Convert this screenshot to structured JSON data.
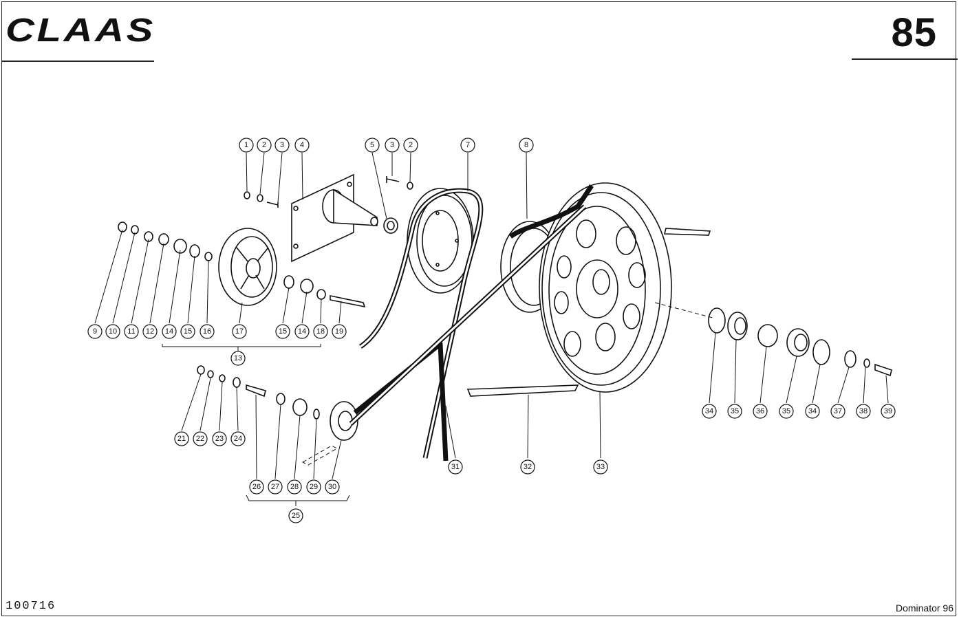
{
  "header": {
    "brand": "CLAAS",
    "page_number": "85"
  },
  "footer": {
    "doc_code": "100716",
    "model": "Dominator 96"
  },
  "callouts": {
    "c1": "1",
    "c2": "2",
    "c3": "3",
    "c4": "4",
    "c5": "5",
    "c3b": "3",
    "c2b": "2",
    "c7": "7",
    "c8": "8",
    "c9": "9",
    "c10": "10",
    "c11": "11",
    "c12": "12",
    "c14": "14",
    "c15": "15",
    "c16": "16",
    "c17": "17",
    "c15b": "15",
    "c14b": "14",
    "c18": "18",
    "c19": "19",
    "c13": "13",
    "c21": "21",
    "c22": "22",
    "c23": "23",
    "c24": "24",
    "c26": "26",
    "c27": "27",
    "c28": "28",
    "c29": "29",
    "c30": "30",
    "c25": "25",
    "c31": "31",
    "c32": "32",
    "c33": "33",
    "c34": "34",
    "c35": "35",
    "c36": "36",
    "c35b": "35",
    "c34b": "34",
    "c37": "37",
    "c38": "38",
    "c39": "39"
  }
}
